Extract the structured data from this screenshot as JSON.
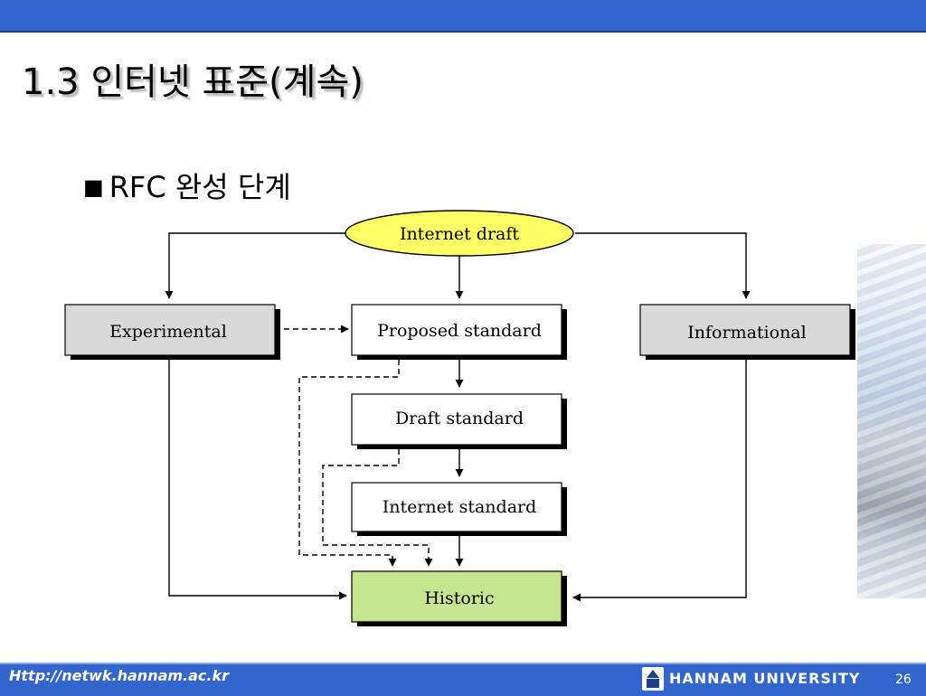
{
  "slide": {
    "title": "1.3 인터넷 표준(계속)",
    "bullet_marker": "■",
    "bullet_text": "RFC 완성 단계"
  },
  "diagram": {
    "nodes": {
      "internet_draft": "Internet draft",
      "experimental": "Experimental",
      "proposed_standard": "Proposed standard",
      "informational": "Informational",
      "draft_standard": "Draft standard",
      "internet_standard": "Internet standard",
      "historic": "Historic"
    },
    "colors": {
      "internet_draft_fill": "#ffff66",
      "historic_fill": "#c5e591",
      "gray_box_fill": "#d9d9d9",
      "white_box_fill": "#ffffff",
      "shadow": "#000000"
    }
  },
  "footer": {
    "url": "Http://netwk.hannam.ac.kr",
    "university": "HANNAM  UNIVERSITY",
    "page_number": "26",
    "bar_color": "#3366cc"
  }
}
